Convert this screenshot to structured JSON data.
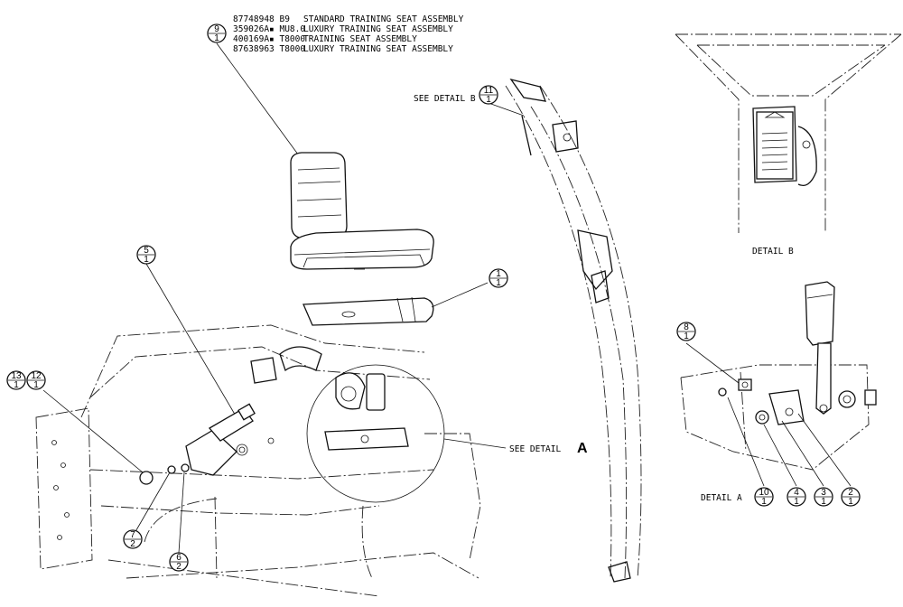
{
  "seat_callout": {
    "rows": [
      {
        "part": "87748948 B9",
        "desc": "STANDARD TRAINING SEAT ASSEMBLY"
      },
      {
        "part": "359026A▪ MU8.0",
        "desc": "LUXURY TRAINING SEAT ASSEMBLY"
      },
      {
        "part": "400169A▪ T8000",
        "desc": "TRAINING SEAT ASSEMBLY"
      },
      {
        "part": "87638963 T8000",
        "desc": "LUXURY TRAINING SEAT ASSEMBLY"
      }
    ]
  },
  "labels": {
    "see_detail_b": "SEE DETAIL B",
    "see_detail_a": "SEE DETAIL",
    "see_detail_a_letter": "A",
    "detail_b": "DETAIL B",
    "detail_a": "DETAIL A"
  },
  "balloons": [
    {
      "id": "b9",
      "item": "9",
      "qty": "1"
    },
    {
      "id": "b11",
      "item": "11",
      "qty": "1"
    },
    {
      "id": "b5",
      "item": "5",
      "qty": "1"
    },
    {
      "id": "b1",
      "item": "1",
      "qty": "1"
    },
    {
      "id": "b13",
      "item": "13",
      "qty": "1"
    },
    {
      "id": "b12",
      "item": "12",
      "qty": "1"
    },
    {
      "id": "b7",
      "item": "7",
      "qty": "2"
    },
    {
      "id": "b6",
      "item": "6",
      "qty": "2"
    },
    {
      "id": "b8",
      "item": "8",
      "qty": "1"
    },
    {
      "id": "b10",
      "item": "10",
      "qty": "1"
    },
    {
      "id": "b4",
      "item": "4",
      "qty": "1"
    },
    {
      "id": "b3",
      "item": "3",
      "qty": "1"
    },
    {
      "id": "b2",
      "item": "2",
      "qty": "1"
    }
  ]
}
